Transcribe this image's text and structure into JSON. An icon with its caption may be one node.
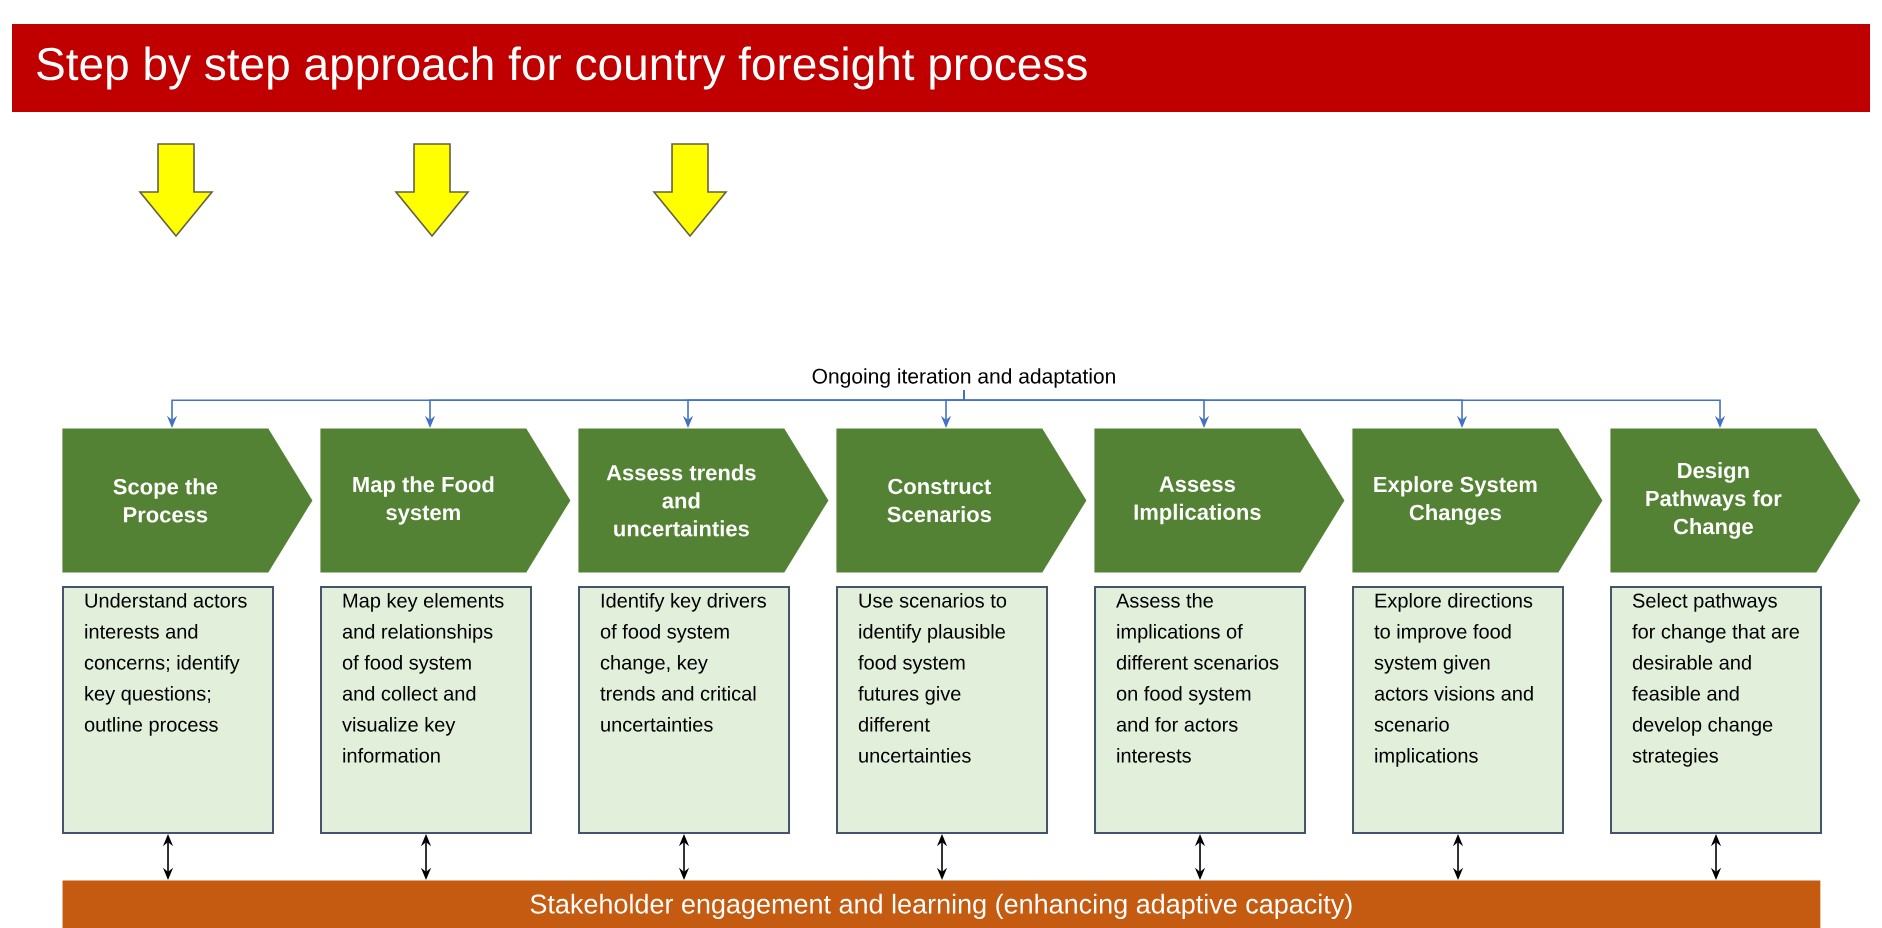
{
  "diagram": {
    "title": "Step by step approach for country foresight process",
    "nodes": [
      {
        "text": [
          "Ongoing iteration and adaptation"
        ]
      },
      {
        "text": [
          "Scope the Process"
        ]
      },
      {
        "text": [
          "Map the Food system"
        ]
      },
      {
        "text": [
          "Assess trends and uncertainties"
        ]
      },
      {
        "text": [
          "Construct Scenarios"
        ]
      },
      {
        "text": [
          "Assess Implications"
        ]
      },
      {
        "text": [
          "Explore System Changes"
        ]
      },
      {
        "text": [
          "Design Pathways for Change"
        ]
      },
      {
        "text": [
          "Understand actors interests and concerns; identify key questions; outline process"
        ]
      },
      {
        "text": [
          "Map key elements and relationships of food system and collect and visualize key information"
        ]
      },
      {
        "text": [
          "Identify key drivers of food system change, key trends and critical uncertainties"
        ]
      },
      {
        "text": [
          "Use scenarios to identify plausible food system futures give different uncertainties"
        ]
      },
      {
        "text": [
          "Assess the implications of different scenarios on food system and for actors interests"
        ]
      },
      {
        "text": [
          "Explore directions to improve food system given actors visions and scenario implications"
        ]
      },
      {
        "text": [
          "Select pathways for change that are desirable and feasible and develop change strategies"
        ]
      },
      {
        "text": [
          "Stakeholder engagement and learning (enhancing adaptive capacity)"
        ]
      }
    ],
    "edges": [
      {
        "from": 0,
        "to": 1,
        "arrow": "to",
        "color": "#4472c4"
      },
      {
        "from": 0,
        "to": 2,
        "arrow": "to",
        "color": "#4472c4"
      },
      {
        "from": 0,
        "to": 3,
        "arrow": "to",
        "color": "#4472c4"
      },
      {
        "from": 0,
        "to": 4,
        "arrow": "to",
        "color": "#4472c4"
      },
      {
        "from": 0,
        "to": 5,
        "arrow": "to",
        "color": "#4472c4"
      },
      {
        "from": 0,
        "to": 6,
        "arrow": "to",
        "color": "#4472c4"
      },
      {
        "from": 0,
        "to": 7,
        "arrow": "to",
        "color": "#4472c4"
      },
      {
        "from": 8,
        "to": 15,
        "arrow": "both",
        "color": "#000000"
      },
      {
        "from": 9,
        "to": 15,
        "arrow": "both",
        "color": "#000000"
      },
      {
        "from": 10,
        "to": 15,
        "arrow": "both",
        "color": "#000000"
      },
      {
        "from": 11,
        "to": 15,
        "arrow": "both",
        "color": "#000000"
      },
      {
        "from": 12,
        "to": 15,
        "arrow": "both",
        "color": "#000000"
      },
      {
        "from": 13,
        "to": 15,
        "arrow": "both",
        "color": "#000000"
      },
      {
        "from": 14,
        "to": 15,
        "arrow": "both",
        "color": "#000000"
      }
    ]
  }
}
